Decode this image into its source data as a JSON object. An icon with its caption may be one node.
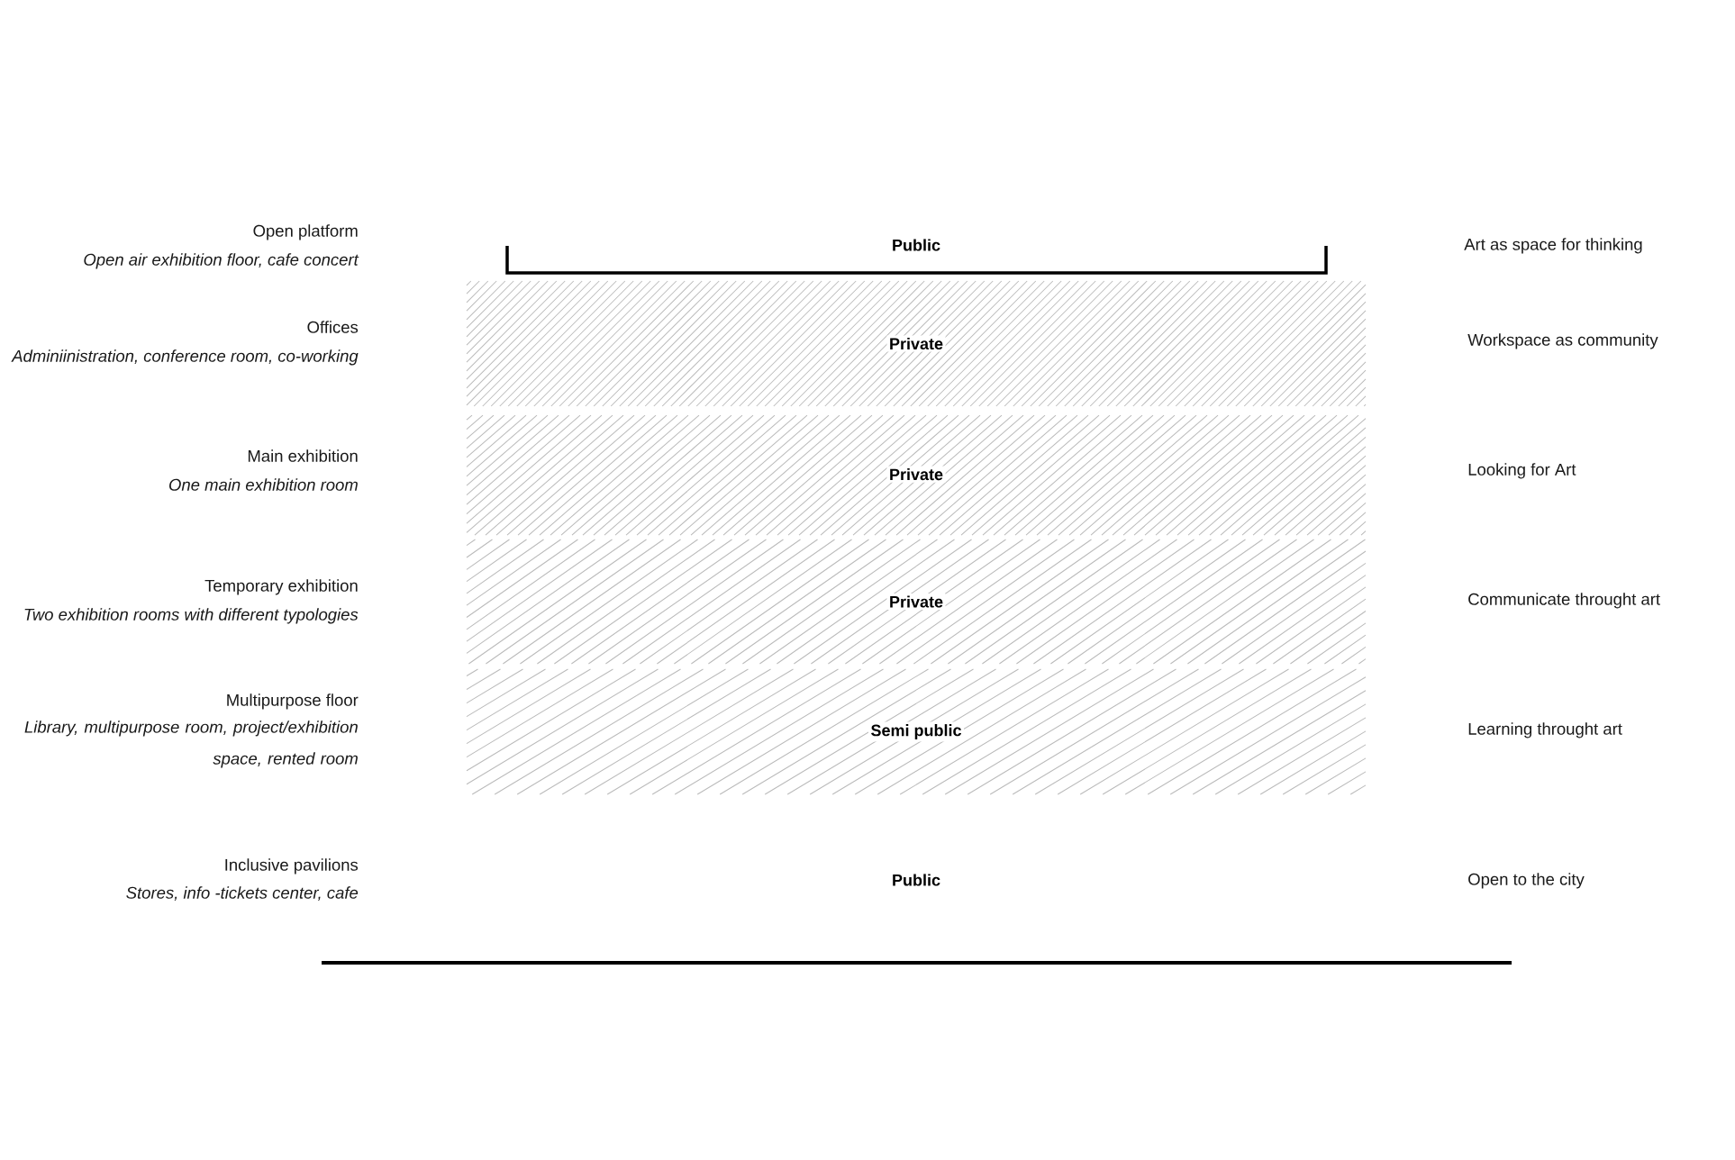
{
  "diagram": {
    "nodes": [
      {
        "text": [
          "Public"
        ]
      },
      {
        "text": [
          "Private"
        ]
      },
      {
        "text": [
          "Private"
        ]
      },
      {
        "text": [
          "Private"
        ]
      },
      {
        "text": [
          "Semi public"
        ]
      }
    ],
    "labels": [
      "Open platform",
      "Open air exhibition floor, cafe concert",
      "Art as space for thinking",
      "Offices",
      "Adminiinistration, conference room, co-working",
      "Workspace as community",
      "Main exhibition",
      "One main exhibition room",
      "Looking for Art",
      "Temporary exhibition",
      "Two exhibition rooms with different typologies",
      "Communicate throught art",
      "Multipurpose floor",
      "Library, multipurpose room, project/exhibition space, rented room",
      "Learning throught art",
      "Inclusive pavilions",
      "Stores, info -tickets center, cafe",
      "Public",
      "Open to the city"
    ]
  }
}
